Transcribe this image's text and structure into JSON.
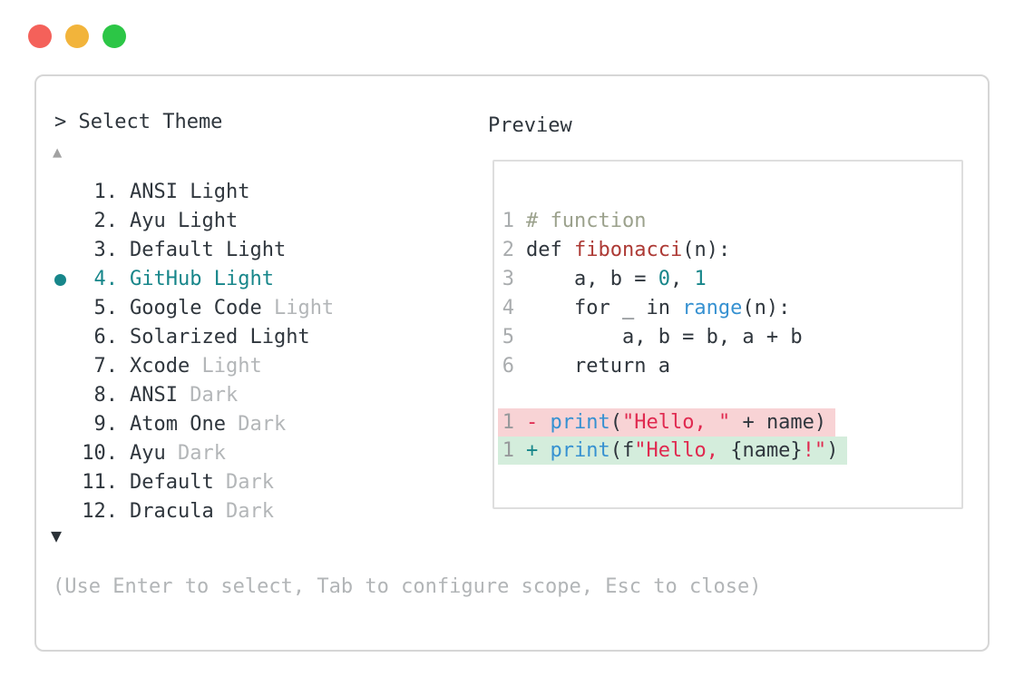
{
  "window": {
    "traffic_lights": [
      {
        "name": "close",
        "color": "#f4615a"
      },
      {
        "name": "minimize",
        "color": "#f2b43b"
      },
      {
        "name": "zoom",
        "color": "#2cc646"
      }
    ]
  },
  "theme_picker": {
    "title": "> Select Theme",
    "scroll_up_indicator": "▲",
    "scroll_down_indicator": "▼",
    "selected_color": "#17868a",
    "items": [
      {
        "num": "1",
        "name": "ANSI",
        "suffix": "Light",
        "suffix_dim": false,
        "selected": false
      },
      {
        "num": "2",
        "name": "Ayu",
        "suffix": "Light",
        "suffix_dim": false,
        "selected": false
      },
      {
        "num": "3",
        "name": "Default",
        "suffix": "Light",
        "suffix_dim": false,
        "selected": false
      },
      {
        "num": "4",
        "name": "GitHub",
        "suffix": "Light",
        "suffix_dim": false,
        "selected": true
      },
      {
        "num": "5",
        "name": "Google Code",
        "suffix": "Light",
        "suffix_dim": true,
        "selected": false
      },
      {
        "num": "6",
        "name": "Solarized",
        "suffix": "Light",
        "suffix_dim": false,
        "selected": false
      },
      {
        "num": "7",
        "name": "Xcode",
        "suffix": "Light",
        "suffix_dim": true,
        "selected": false
      },
      {
        "num": "8",
        "name": "ANSI",
        "suffix": "Dark",
        "suffix_dim": true,
        "selected": false
      },
      {
        "num": "9",
        "name": "Atom One",
        "suffix": "Dark",
        "suffix_dim": true,
        "selected": false
      },
      {
        "num": "10",
        "name": "Ayu",
        "suffix": "Dark",
        "suffix_dim": true,
        "selected": false
      },
      {
        "num": "11",
        "name": "Default",
        "suffix": "Dark",
        "suffix_dim": true,
        "selected": false
      },
      {
        "num": "12",
        "name": "Dracula",
        "suffix": "Dark",
        "suffix_dim": true,
        "selected": false
      }
    ],
    "footer": "(Use Enter to select, Tab to configure scope, Esc to close)"
  },
  "preview": {
    "title": "Preview",
    "colors": {
      "teal": "#17868a",
      "text": "#2f363d",
      "comment": "#9ba18c",
      "function": "#ad3a35",
      "number": "#17868a",
      "builtin": "#3691d1",
      "string": "#e0294f",
      "minus": "#e0294f",
      "plus": "#17868a",
      "removed_bg": "#f8d3d5",
      "added_bg": "#d4eddc"
    },
    "code_lines": [
      {
        "num": "1",
        "segments": [
          {
            "c": "comment",
            "t": "# function"
          }
        ]
      },
      {
        "num": "2",
        "segments": [
          {
            "c": "text",
            "t": "def "
          },
          {
            "c": "function",
            "t": "fibonacci"
          },
          {
            "c": "text",
            "t": "(n):"
          }
        ]
      },
      {
        "num": "3",
        "segments": [
          {
            "c": "text",
            "t": "    a, b = "
          },
          {
            "c": "number",
            "t": "0"
          },
          {
            "c": "text",
            "t": ", "
          },
          {
            "c": "number",
            "t": "1"
          }
        ]
      },
      {
        "num": "4",
        "segments": [
          {
            "c": "text",
            "t": "    for _ in "
          },
          {
            "c": "builtin",
            "t": "range"
          },
          {
            "c": "text",
            "t": "(n):"
          }
        ]
      },
      {
        "num": "5",
        "segments": [
          {
            "c": "text",
            "t": "        a, b = b, a + b"
          }
        ]
      },
      {
        "num": "6",
        "segments": [
          {
            "c": "text",
            "t": "    return a"
          }
        ]
      }
    ],
    "diff_lines": [
      {
        "num": "1",
        "kind": "removed",
        "segments": [
          {
            "c": "minus",
            "t": "- "
          },
          {
            "c": "builtin",
            "t": "print"
          },
          {
            "c": "text",
            "t": "("
          },
          {
            "c": "string",
            "t": "\"Hello, \""
          },
          {
            "c": "text",
            "t": " + name)"
          }
        ]
      },
      {
        "num": "1",
        "kind": "added",
        "segments": [
          {
            "c": "plus",
            "t": "+ "
          },
          {
            "c": "builtin",
            "t": "print"
          },
          {
            "c": "text",
            "t": "(f"
          },
          {
            "c": "string",
            "t": "\"Hello, "
          },
          {
            "c": "text",
            "t": "{name}"
          },
          {
            "c": "string",
            "t": "!\""
          },
          {
            "c": "text",
            "t": ")"
          }
        ]
      }
    ]
  }
}
